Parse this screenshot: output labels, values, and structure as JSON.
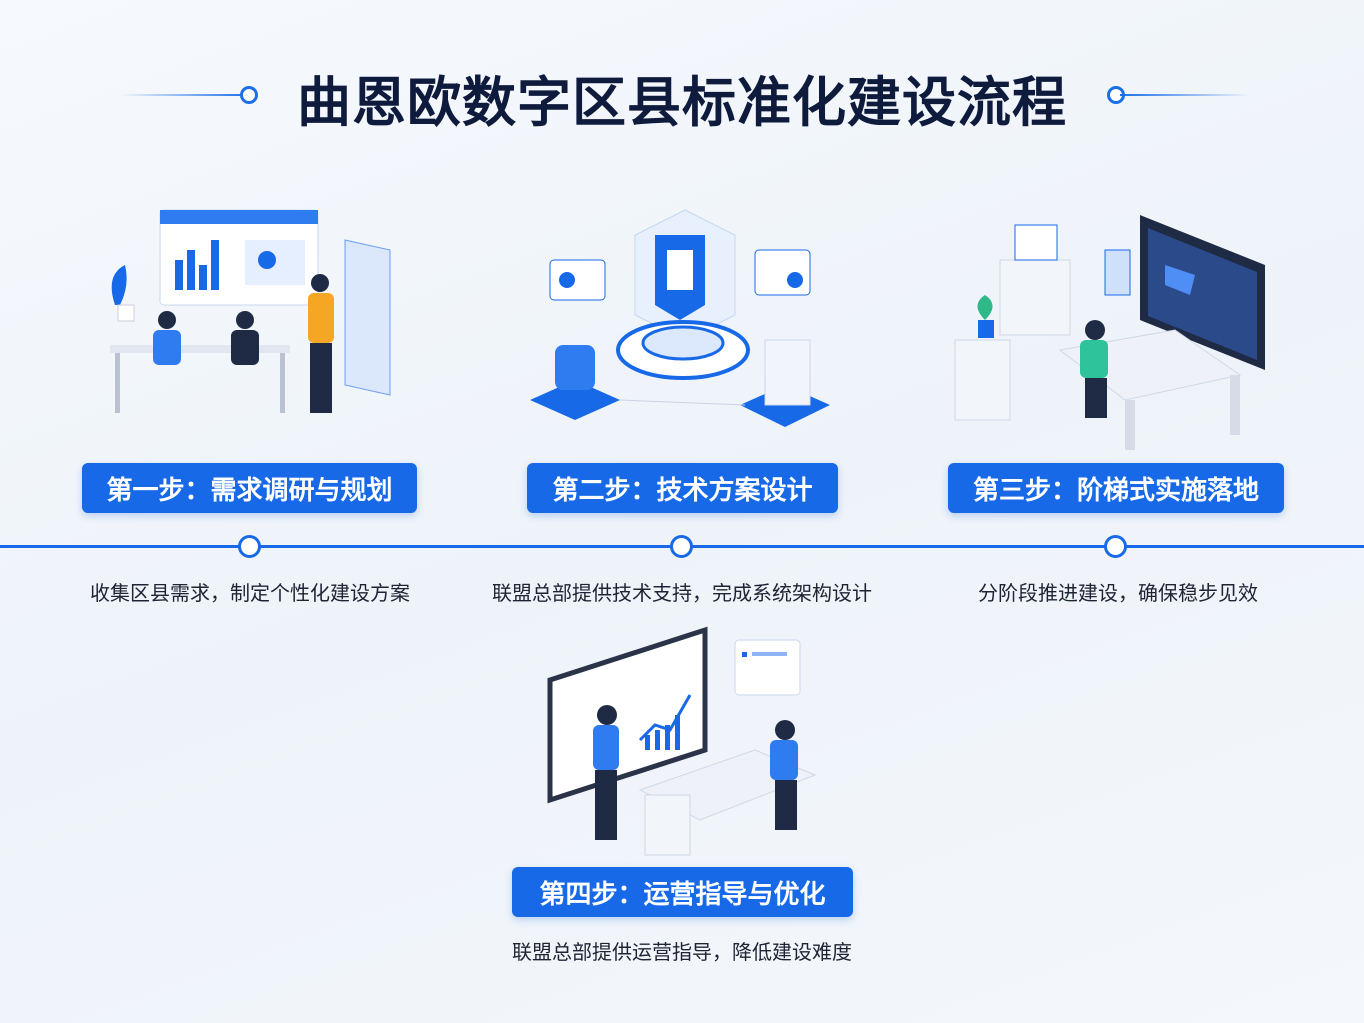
{
  "title": "曲恩欧数字区县标准化建设流程",
  "steps": [
    {
      "label": "第一步：需求调研与规划",
      "description": "收集区县需求，制定个性化建设方案"
    },
    {
      "label": "第二步：技术方案设计",
      "description": "联盟总部提供技术支持，完成系统架构设计"
    },
    {
      "label": "第三步：阶梯式实施落地",
      "description": "分阶段推进建设，确保稳步见效"
    },
    {
      "label": "第四步：运营指导与优化",
      "description": "联盟总部提供运营指导，降低建设难度"
    }
  ],
  "colors": {
    "accent": "#1769e8",
    "title": "#0f1b3d"
  }
}
